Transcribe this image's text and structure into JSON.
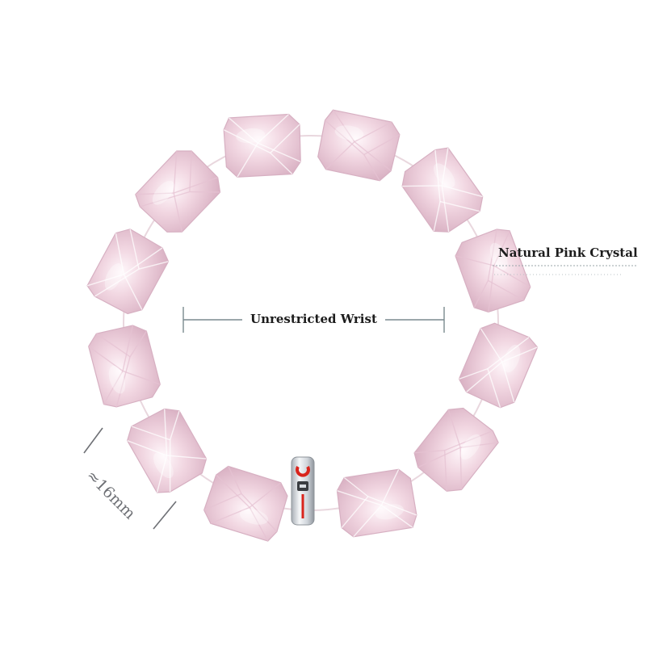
{
  "annotations": {
    "material": "Natural Pink Crystal",
    "wrist": "Unrestricted Wrist",
    "bead_size": "≈16mm"
  },
  "colors": {
    "crystal_base": "#f2d7e2",
    "crystal_shadow": "#dcb6c8",
    "crystal_highlight": "#fff8fb",
    "line_color": "#7a8a8f",
    "charm_silver": "#d9dde2",
    "charm_red": "#d9241c"
  },
  "beads": {
    "count": 12
  }
}
